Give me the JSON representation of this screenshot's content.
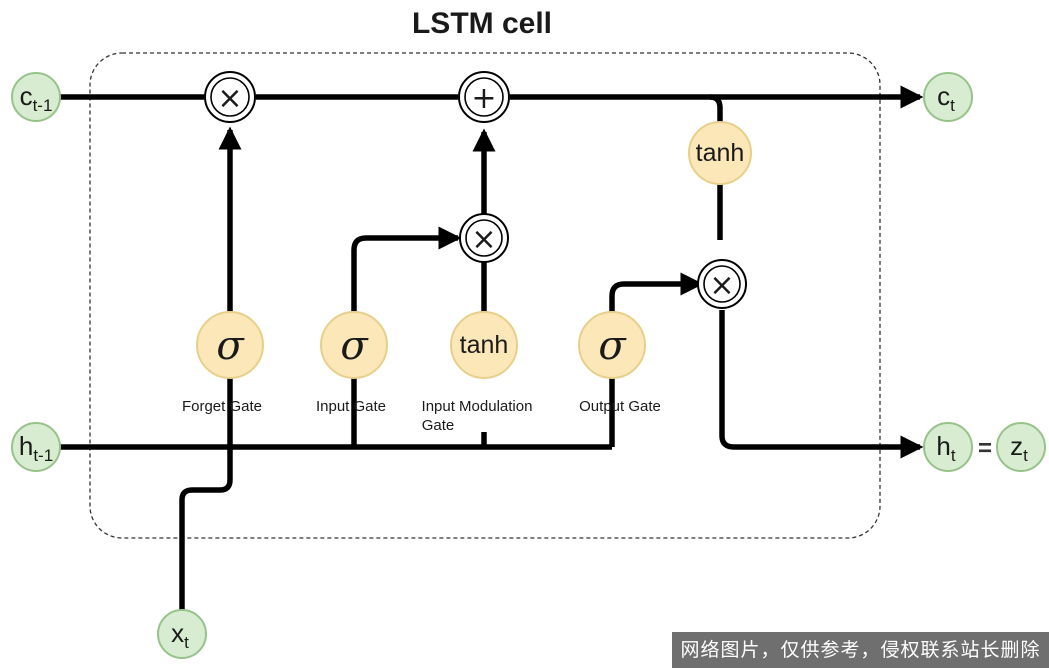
{
  "title": "LSTM cell",
  "inputs": {
    "c_prev": {
      "main": "c",
      "sub": "t-1"
    },
    "h_prev": {
      "main": "h",
      "sub": "t-1"
    },
    "x": {
      "main": "x",
      "sub": "t"
    }
  },
  "outputs": {
    "c": {
      "main": "c",
      "sub": "t"
    },
    "h": {
      "main": "h",
      "sub": "t"
    },
    "equals": "=",
    "z": {
      "main": "z",
      "sub": "t"
    }
  },
  "gates": {
    "forget": {
      "symbol": "σ",
      "label": "Forget Gate"
    },
    "input": {
      "symbol": "σ",
      "label": "Input Gate"
    },
    "modulation": {
      "symbol": "tanh",
      "label_line1": "Input Modulation",
      "label_line2": "Gate"
    },
    "output": {
      "symbol": "σ",
      "label": "Output Gate"
    },
    "cell_tanh": {
      "symbol": "tanh"
    }
  },
  "operators": {
    "forget_mult": "×",
    "cell_add": "+",
    "input_mult": "×",
    "output_mult": "×"
  },
  "colors": {
    "io_node_fill": "#d7ecd0",
    "io_node_stroke": "#97c38a",
    "gate_fill": "#fbe7b8",
    "gate_stroke": "#e8cf8a"
  },
  "watermark": "网络图片，仅供参考，侵权联系站长删除"
}
